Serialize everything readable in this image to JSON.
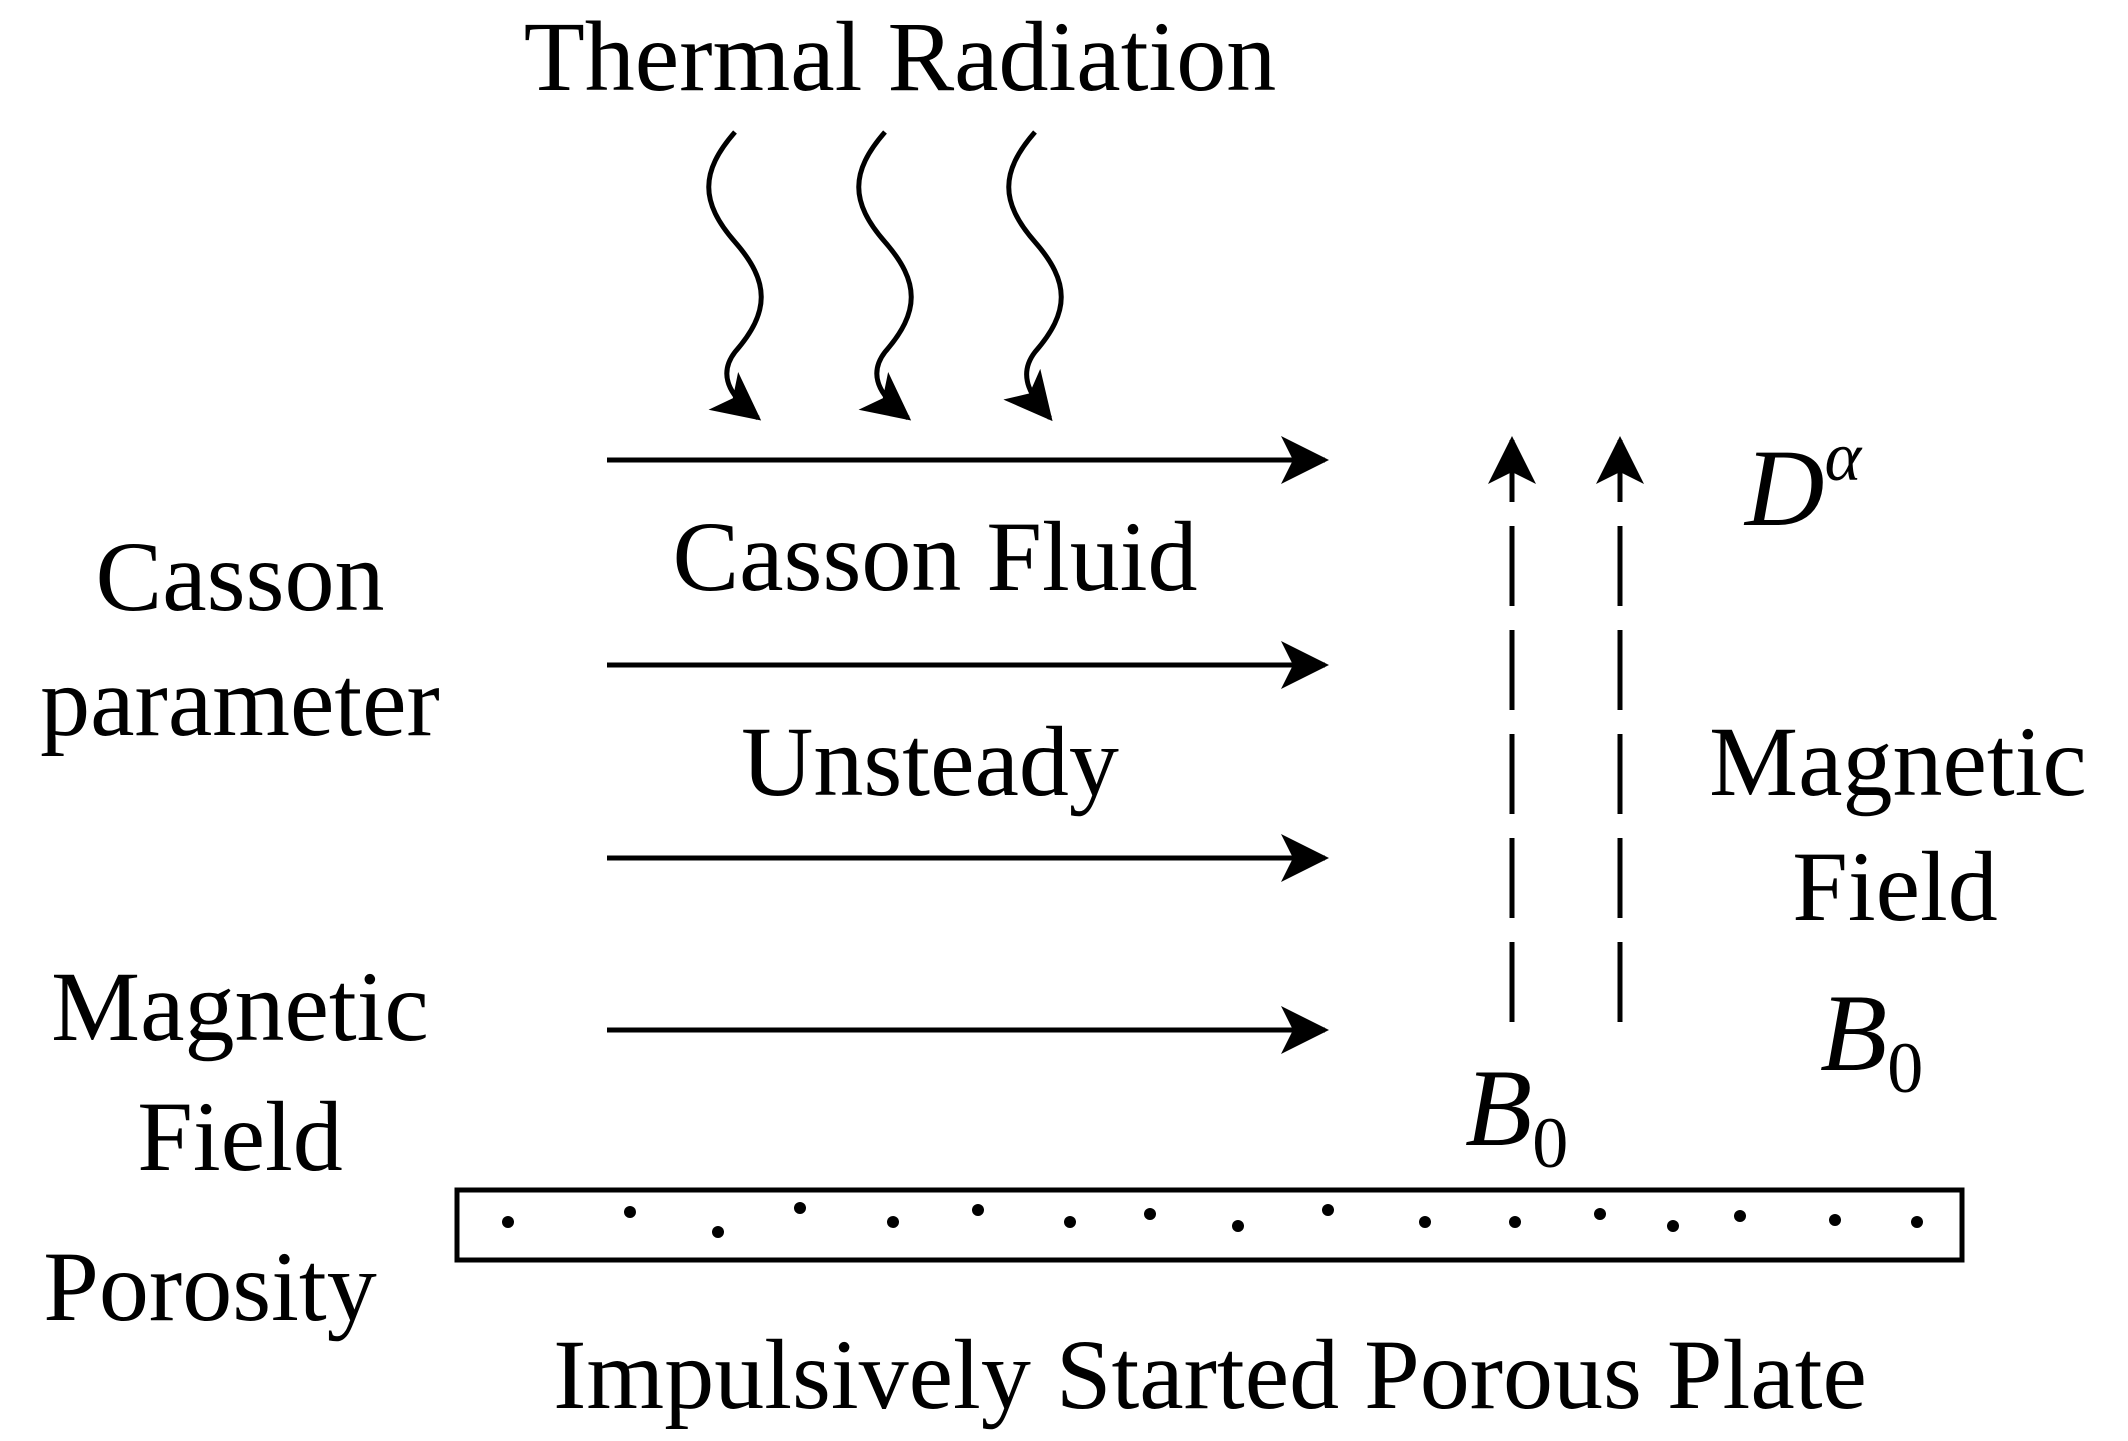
{
  "title": "Thermal Radiation",
  "flow_labels": {
    "fluid": "Casson Fluid",
    "regime": "Unsteady"
  },
  "left_labels": {
    "casson_line1": "Casson",
    "casson_line2": "parameter",
    "magnetic_line1": "Magnetic",
    "magnetic_line2": "Field",
    "porosity": "Porosity"
  },
  "right_labels": {
    "derivative_base": "D",
    "derivative_exponent": "α",
    "magnetic_line1": "Magnetic",
    "magnetic_line2": "Field"
  },
  "field_symbol": {
    "base": "B",
    "subscript": "0"
  },
  "plate_label": "Impulsively Started Porous Plate",
  "colors": {
    "ink": "#000000",
    "background": "#ffffff"
  }
}
